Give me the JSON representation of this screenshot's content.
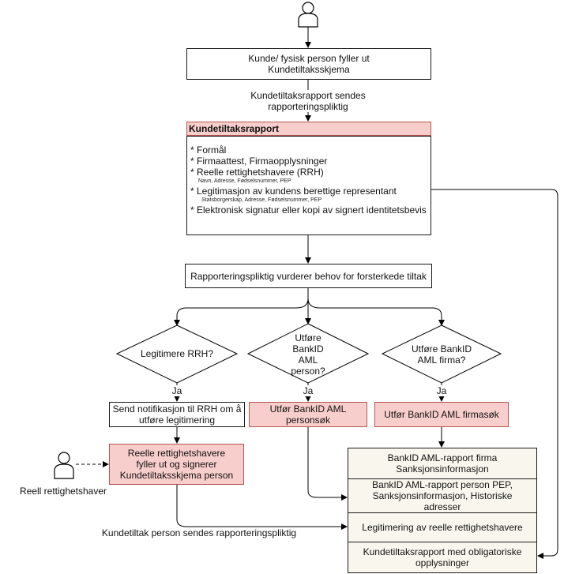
{
  "start_box": "Kunde/ fysisk person fyller ut Kundetiltaksskjema",
  "edge_report_label": "Kundetiltaksrapport sendes rapporteringspliktig",
  "report": {
    "header": "Kundetiltaksrapport",
    "items": [
      "* Formål",
      "* Firmaattest, Firmaopplysninger",
      "* Reelle rettighetshavere (RRH)",
      "* Legitimasjon av kundens berettige representant",
      "* Elektronisk signatur eller kopi av signert identitetsbevis"
    ],
    "sub_rrh": "Navn, Adresse, Fødselsnummer, PEP",
    "sub_rep": "Statsborgerskap, Adresse, Fødselsnummer, PEP"
  },
  "assess_box": "Rapporteringspliktig vurderer behov for forsterkede tiltak",
  "decisions": {
    "rrh": "Legitimere RRH?",
    "person": "Utføre BankID AML person?",
    "firm": "Utføre BankID AML firma?"
  },
  "yes_label": "Ja",
  "actions": {
    "notify": "Send notifikasjon til RRH om å utføre legitimering",
    "person_search": "Utfør BankID AML personsøk",
    "firm_search": "Utfør BankID AML firmasøk"
  },
  "rrh_form_box": "Reelle rettighetshavere fyller ut og signerer Kundetiltaksskjema person",
  "actor_label": "Reell rettighetshaver",
  "edge_person_label": "Kundetiltak person sendes rapporteringspliktig",
  "result_stack": [
    "BankID AML-rapport firma Sanksjonsinformasjon",
    "BankID AML-rapport person PEP, Sanksjonsinformasjon, Historiske adresser",
    "Legitimering av reelle rettighetshavere",
    "Kundetiltaksrapport med obligatoriske opplysninger"
  ],
  "colors": {
    "highlight_fill": "#f8cecc",
    "highlight_stroke": "#b85450",
    "result_fill": "#f9f7ed"
  }
}
